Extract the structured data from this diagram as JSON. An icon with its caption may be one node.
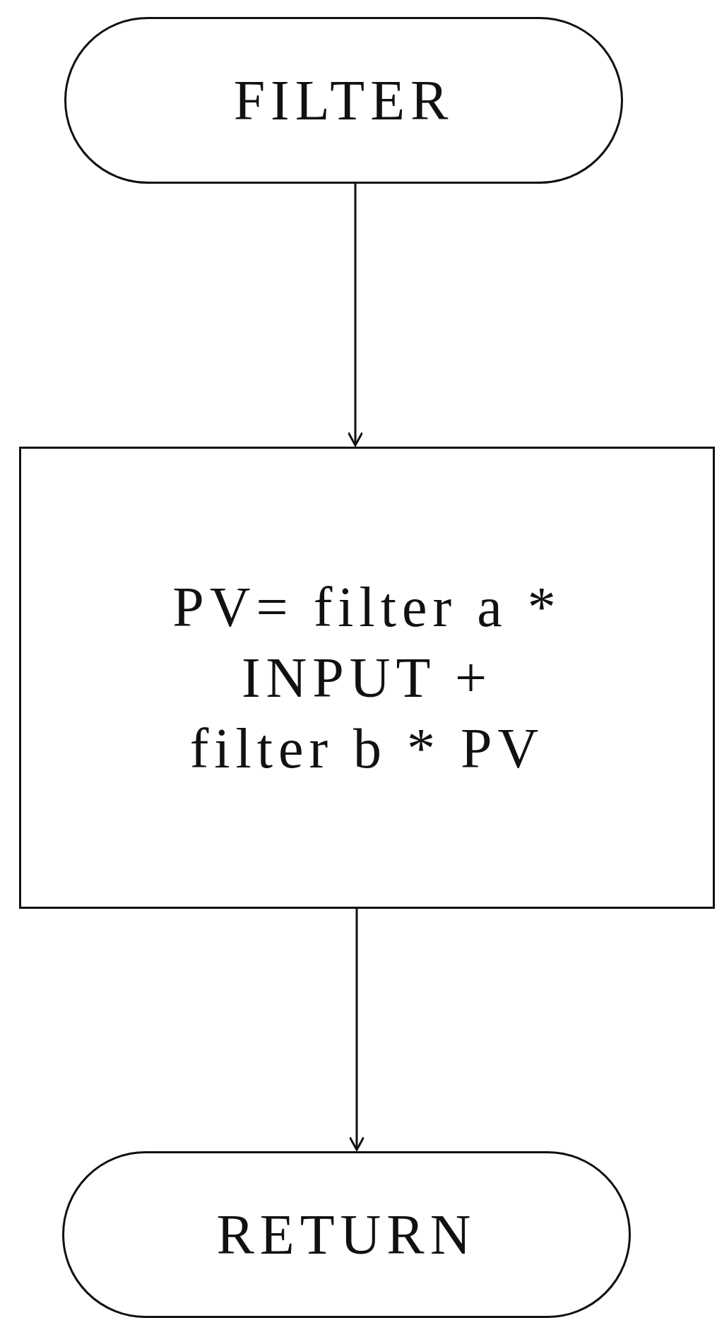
{
  "diagram": {
    "nodes": [
      {
        "text": [
          "FILTER"
        ]
      },
      {
        "text": [
          "PV= filter a * INPUT + filter b * PV"
        ]
      },
      {
        "text": [
          "RETURN"
        ]
      }
    ],
    "edges": [
      {
        "from": 0,
        "to": 1,
        "arrow": "to"
      },
      {
        "from": 1,
        "to": 2,
        "arrow": "to"
      }
    ]
  }
}
